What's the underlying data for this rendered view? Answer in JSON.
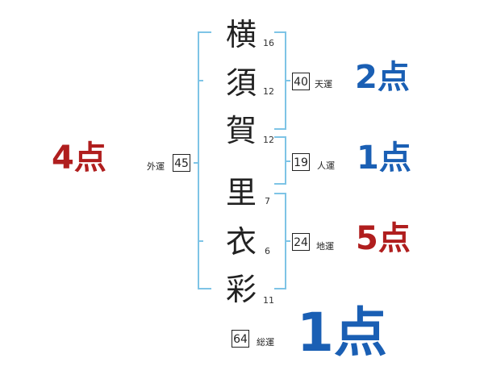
{
  "name": {
    "characters": [
      {
        "char": "横",
        "strokes": "16"
      },
      {
        "char": "須",
        "strokes": "12"
      },
      {
        "char": "賀",
        "strokes": "12"
      },
      {
        "char": "里",
        "strokes": "7"
      },
      {
        "char": "衣",
        "strokes": "6"
      },
      {
        "char": "彩",
        "strokes": "11"
      }
    ]
  },
  "fortunes": {
    "tenun": {
      "value": "40",
      "label": "天運",
      "score": "2点",
      "score_color": "#1a5fb4"
    },
    "jinun": {
      "value": "19",
      "label": "人運",
      "score": "1点",
      "score_color": "#1a5fb4"
    },
    "chiun": {
      "value": "24",
      "label": "地運",
      "score": "5点",
      "score_color": "#b01e1e"
    },
    "gaiun": {
      "value": "45",
      "label": "外運",
      "score": "4点",
      "score_color": "#b01e1e"
    },
    "souun": {
      "value": "64",
      "label": "総運",
      "score": "1点",
      "score_color": "#1a5fb4"
    }
  },
  "colors": {
    "bracket": "#7ec4e6",
    "blue_score": "#1a5fb4",
    "red_score": "#b01e1e"
  }
}
